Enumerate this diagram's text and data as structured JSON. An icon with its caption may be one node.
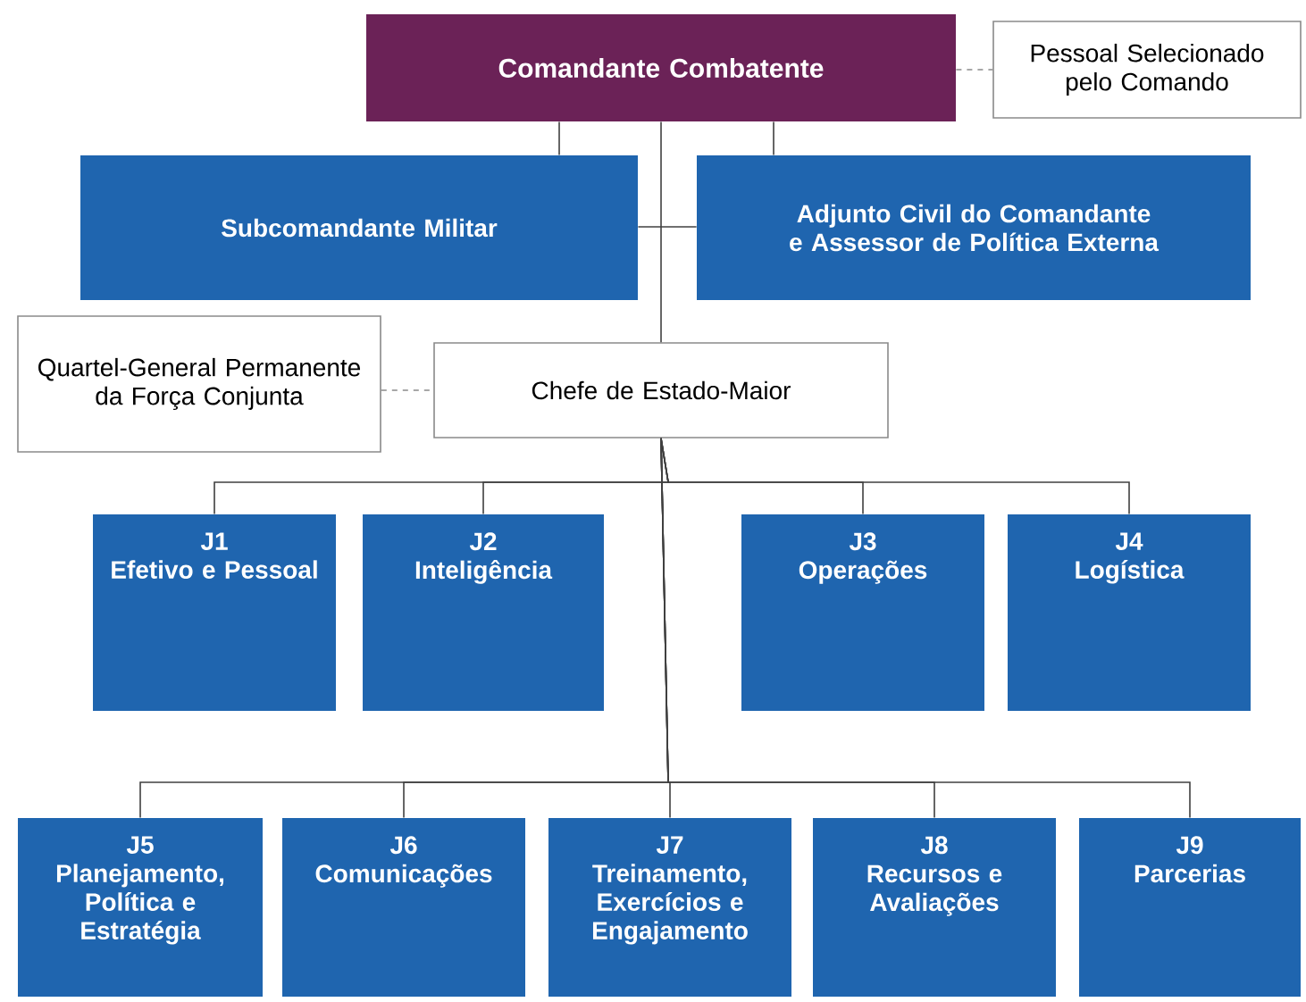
{
  "diagram": {
    "nodes": [
      {
        "text": [
          "Comandante Combatente"
        ]
      },
      {
        "text": [
          "Pessoal Selecionado pelo Comando"
        ]
      },
      {
        "text": [
          "Subcomandante Militar"
        ]
      },
      {
        "text": [
          "Adjunto Civil do Comandante e Assessor de Política Externa"
        ]
      },
      {
        "text": [
          "Quartel-General Permanente da Força Conjunta"
        ]
      },
      {
        "text": [
          "Chefe de Estado-Maior"
        ]
      },
      {
        "text": [
          "J1",
          "Efetivo e Pessoal"
        ]
      },
      {
        "text": [
          "J2",
          "Inteligência"
        ]
      },
      {
        "text": [
          "J3",
          "Operações"
        ]
      },
      {
        "text": [
          "J4",
          "Logística"
        ]
      },
      {
        "text": [
          "J5",
          "Planejamento, Política e Estratégia"
        ]
      },
      {
        "text": [
          "J6",
          "Comunicações"
        ]
      },
      {
        "text": [
          "J7",
          "Treinamento, Exercícios e Engajamento"
        ]
      },
      {
        "text": [
          "J8",
          "Recursos e Avaliações"
        ]
      },
      {
        "text": [
          "J9",
          "Parcerias"
        ]
      }
    ],
    "edges": [
      {
        "from": 0,
        "to": 1,
        "arrow": "none",
        "style": "dashed"
      },
      {
        "from": 0,
        "to": 2,
        "arrow": "none"
      },
      {
        "from": 0,
        "to": 3,
        "arrow": "none"
      },
      {
        "from": 2,
        "to": 3,
        "arrow": "none"
      },
      {
        "from": 0,
        "to": 5,
        "arrow": "none"
      },
      {
        "from": 4,
        "to": 5,
        "arrow": "none",
        "style": "dashed"
      },
      {
        "from": 5,
        "to": 6,
        "arrow": "none"
      },
      {
        "from": 5,
        "to": 7,
        "arrow": "none"
      },
      {
        "from": 5,
        "to": 8,
        "arrow": "none"
      },
      {
        "from": 5,
        "to": 9,
        "arrow": "none"
      },
      {
        "from": 5,
        "to": 10,
        "arrow": "none"
      },
      {
        "from": 5,
        "to": 11,
        "arrow": "none"
      },
      {
        "from": 5,
        "to": 12,
        "arrow": "none"
      },
      {
        "from": 5,
        "to": 13,
        "arrow": "none"
      },
      {
        "from": 5,
        "to": 14,
        "arrow": "none"
      }
    ]
  }
}
